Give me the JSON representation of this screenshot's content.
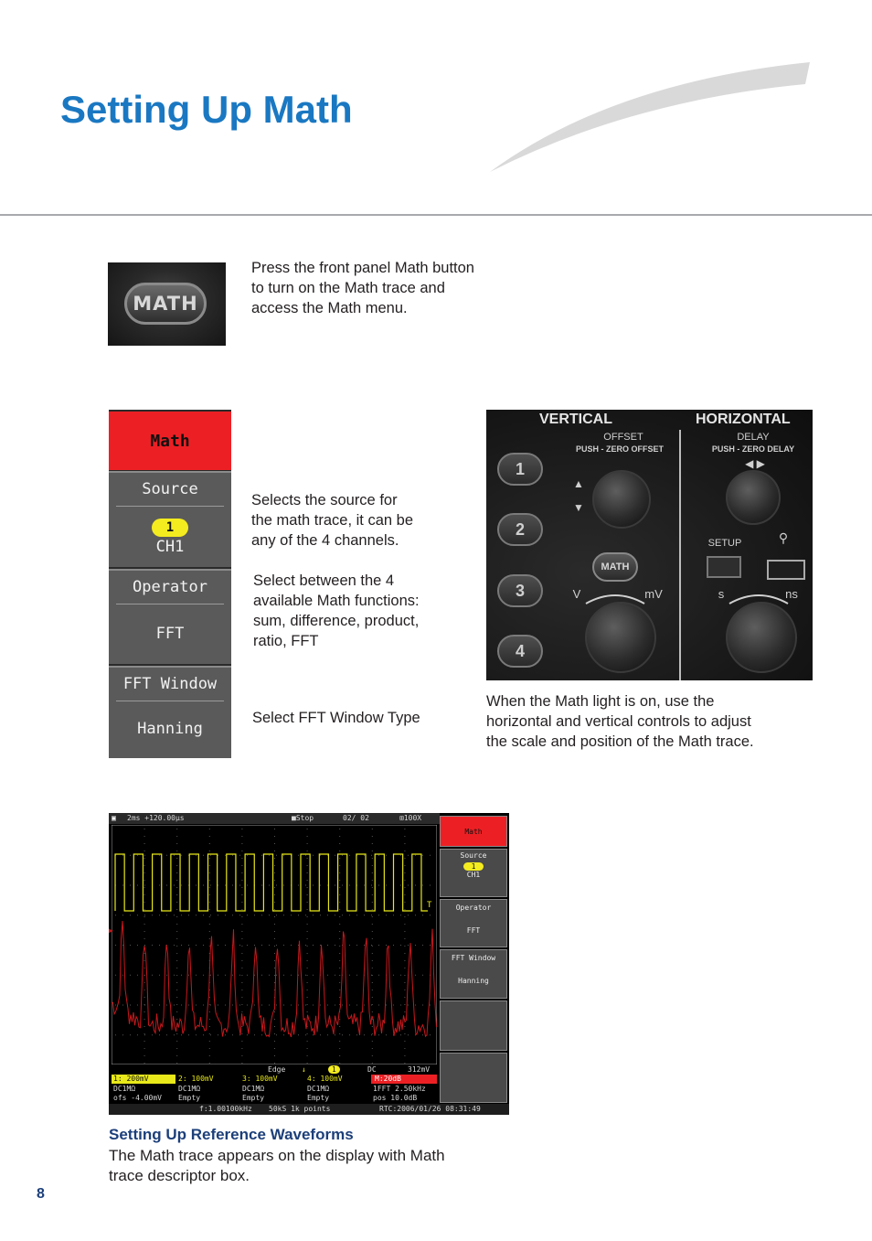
{
  "page": {
    "title": "Setting Up Math",
    "page_number": "8"
  },
  "intro": {
    "button_label": "MATH",
    "text_lines": [
      "Press the front panel Math button",
      "to turn on the Math trace and",
      "access the Math menu."
    ]
  },
  "menu": {
    "header": "Math",
    "source": {
      "label": "Source",
      "badge": "1",
      "value": "CH1"
    },
    "operator": {
      "label": "Operator",
      "value": "FFT"
    },
    "fft_window": {
      "label": "FFT Window",
      "value": "Hanning"
    }
  },
  "descriptions": {
    "source_lines": [
      "Selects the source for",
      "the math trace, it can be",
      "any of the 4 channels."
    ],
    "operator_lines": [
      "Select between the 4",
      "available Math functions:",
      "sum, difference, product,",
      "ratio, FFT"
    ],
    "window_text": "Select FFT Window Type"
  },
  "panel": {
    "vertical_head": "VERTICAL",
    "horizontal_head": "HORIZONTAL",
    "offset": "OFFSET",
    "offset_sub": "PUSH - ZERO OFFSET",
    "delay": "DELAY",
    "delay_sub": "PUSH - ZERO DELAY",
    "channels": [
      "1",
      "2",
      "3",
      "4"
    ],
    "math": "MATH",
    "v": "V",
    "mv": "mV",
    "setup": "SETUP",
    "s": "s",
    "ns": "ns",
    "caption_lines": [
      "When the Math light is on, use the",
      "horizontal and vertical controls to adjust",
      "the scale and position of the Math trace."
    ]
  },
  "scope": {
    "top_bar": {
      "timebase": "2ms  +120.00μs",
      "stop": "Stop",
      "acq": "02/  02",
      "zoom": "100X"
    },
    "trigger_marker": "T",
    "trigger_info": {
      "edge": "Edge",
      "channel": "1",
      "coupling": "DC",
      "level": "312mV"
    },
    "channel_row": [
      "1: 200mV",
      "2: 100mV",
      "3: 100mV",
      "4: 100mV",
      "M:20dB"
    ],
    "coupling_row": [
      "DC1MΩ",
      "DC1MΩ",
      "DC1MΩ",
      "DC1MΩ",
      "1FFT  2.50kHz"
    ],
    "offset_row": [
      "ofs  -4.00mV",
      "Empty",
      "Empty",
      "Empty",
      "pos   10.0dB"
    ],
    "bottom_bar": {
      "freq": "f:1.00100kHz",
      "rate": "50kS  1k points",
      "rtc": "RTC:2006/01/26 08:31:49"
    },
    "softkeys": {
      "header": "Math",
      "source_label": "Source",
      "source_badge": "1",
      "source_value": "CH1",
      "operator_label": "Operator",
      "operator_value": "FFT",
      "window_label": "FFT Window",
      "window_value": "Hanning"
    }
  },
  "caption": {
    "title": "Setting Up Reference Waveforms",
    "lines": [
      "The Math trace appears on the display with Math",
      "trace descriptor box."
    ]
  },
  "colors": {
    "title_blue": "#1a78c2",
    "caption_navy": "#1c3f7a",
    "menu_red": "#ec2024",
    "badge_yellow": "#f4ec1f",
    "trace_yellow": "#e8e81a",
    "trace_red": "#c8181c"
  }
}
